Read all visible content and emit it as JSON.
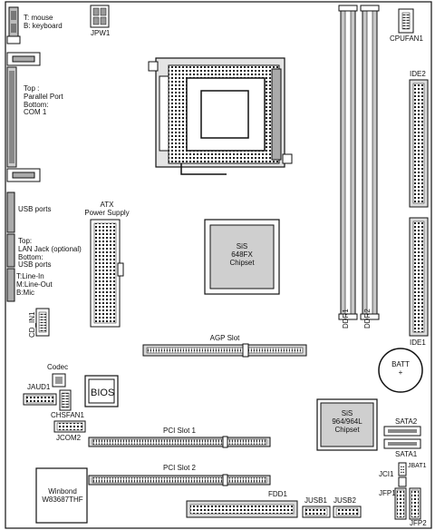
{
  "io": {
    "mouse_keyboard": [
      "T: mouse",
      "B: keyboard"
    ],
    "parallel_com": [
      "Top :",
      "Parallel Port",
      "",
      "Bottom:",
      "COM 1"
    ],
    "usb_ports": "USB ports",
    "lan_usb": [
      "Top:",
      "LAN Jack (optional)",
      "Bottom:",
      "USB ports"
    ],
    "audio": [
      "T:Line-In",
      "M:Line-Out",
      "B:Mic"
    ]
  },
  "labels": {
    "jpw1": "JPW1",
    "cpufan1": "CPUFAN1",
    "atx": [
      "ATX",
      "Power Supply"
    ],
    "ide2": "IDE2",
    "ide1": "IDE1",
    "ddr1": "DDR1",
    "ddr2": "DDR2",
    "sis_nb": [
      "SiS",
      "648FX",
      "Chipset"
    ],
    "sis_sb": [
      "SiS",
      "964/964L",
      "Chipset"
    ],
    "batt": [
      "BATT",
      "+"
    ],
    "cd_in1": "CD_IN1",
    "agp": "AGP Slot",
    "codec": "Codec",
    "jaud1": "JAUD1",
    "bios": "BIOS",
    "chsfan1": "CHSFAN1",
    "jcom2": "JCOM2",
    "pci1": "PCI Slot 1",
    "pci2": "PCI Slot 2",
    "sata2": "SATA2",
    "sata1": "SATA1",
    "jbat1": "JBAT1",
    "jci1": "JCI1",
    "winbond": [
      "Winbond",
      "W83687THF"
    ],
    "fdd1": "FDD1",
    "jusb1": "JUSB1",
    "jusb2": "JUSB2",
    "jfp1": "JFP1",
    "jfp2": "JFP2"
  },
  "colors": {
    "line": "#111111",
    "board": "#ffffff",
    "chip": "#cfcfcf",
    "slot": "#d8d8d8"
  }
}
